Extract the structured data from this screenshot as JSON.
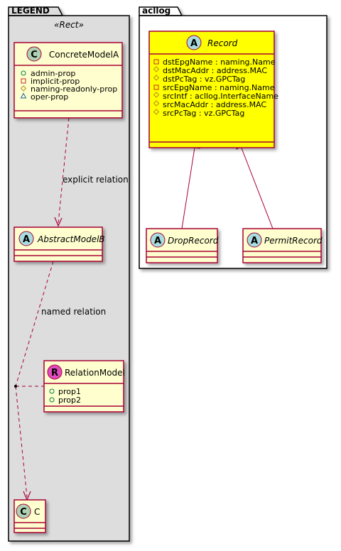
{
  "packages": {
    "legend": {
      "title": "LEGEND",
      "stereotype": "«Rect»"
    },
    "acllog": {
      "title": "acllog"
    }
  },
  "classes": {
    "concrete_a": {
      "badge": "C",
      "name": "ConcreteModelA",
      "props": [
        {
          "symbol": "+",
          "text": "admin-prop"
        },
        {
          "symbol": "-",
          "text": "implicit-prop"
        },
        {
          "symbol": "#",
          "text": "naming-readonly-prop"
        },
        {
          "symbol": "~",
          "text": "oper-prop"
        }
      ]
    },
    "abstract_b": {
      "badge": "A",
      "name": "AbstractModelB"
    },
    "relation_model": {
      "badge": "R",
      "name": "RelationModel",
      "props": [
        {
          "symbol": "+",
          "text": "prop1"
        },
        {
          "symbol": "+",
          "text": "prop2"
        }
      ]
    },
    "c": {
      "badge": "C",
      "name": "C"
    },
    "record": {
      "badge": "A",
      "name": "Record",
      "props": [
        {
          "symbol": "-",
          "text": "dstEpgName : naming.Name"
        },
        {
          "symbol": "#",
          "text": "dstMacAddr : address.MAC"
        },
        {
          "symbol": "#",
          "text": "dstPcTag : vz.GPCTag"
        },
        {
          "symbol": "-",
          "text": "srcEpgName : naming.Name"
        },
        {
          "symbol": "#",
          "text": "srcIntf : acllog.InterfaceName"
        },
        {
          "symbol": "#",
          "text": "srcMacAddr : address.MAC"
        },
        {
          "symbol": "#",
          "text": "srcPcTag : vz.GPCTag"
        }
      ]
    },
    "drop_record": {
      "badge": "A",
      "name": "DropRecord"
    },
    "permit_record": {
      "badge": "A",
      "name": "PermitRecord"
    }
  },
  "relations": {
    "explicit": "explicit relation",
    "named": "named relation"
  },
  "colors": {
    "class_fill": "#FEFECE",
    "record_fill": "#FFFF00",
    "border": "#A80036",
    "legend_bg": "#DDDDDD",
    "badge_c": "#ADD1B2",
    "badge_a": "#A9DCDF",
    "badge_r": "#E04BBF"
  }
}
